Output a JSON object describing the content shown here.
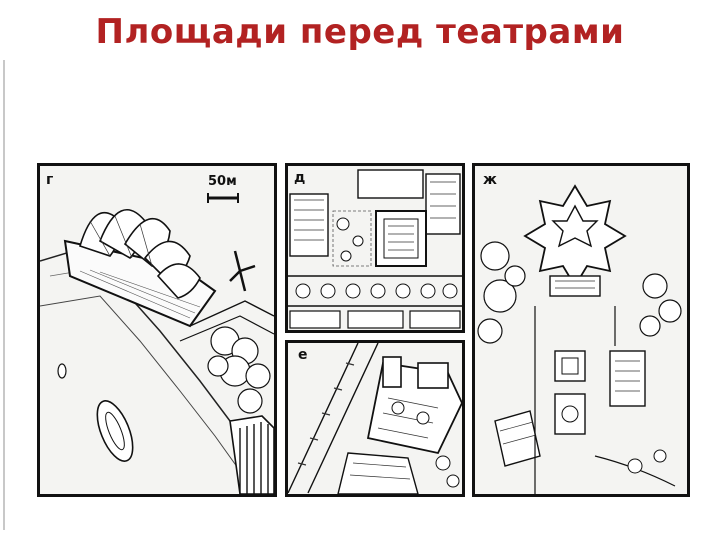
{
  "slide": {
    "title": "Площади  перед  театрами"
  },
  "panels": {
    "g": {
      "label": "г",
      "scale_label": "50м"
    },
    "d": {
      "label": "д"
    },
    "e": {
      "label": "е"
    },
    "zh": {
      "label": "ж"
    }
  }
}
